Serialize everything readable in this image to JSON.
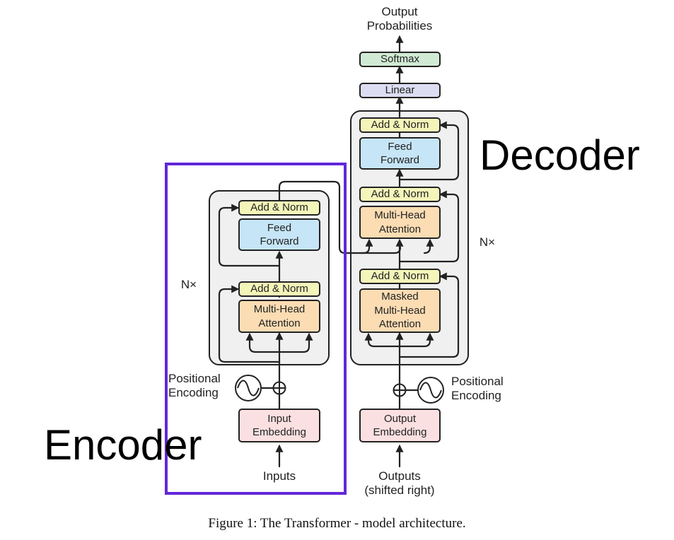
{
  "colors": {
    "add_norm": "#f3f5b9",
    "feed_forward": "#c6e5f7",
    "attention": "#fbdcb3",
    "embedding": "#fbe0e1",
    "linear": "#dcdcf2",
    "softmax": "#d1ead4",
    "stack": "#f0f0f0",
    "encoder_highlight": "#6227d9"
  },
  "encoder": {
    "big_label": "Encoder",
    "nx": "N×",
    "add_norm_top": "Add & Norm",
    "feed_forward": "Feed\nForward",
    "add_norm_bottom": "Add & Norm",
    "attention": "Multi-Head\nAttention",
    "positional_encoding": "Positional\nEncoding",
    "embedding": "Input\nEmbedding",
    "input_label": "Inputs"
  },
  "decoder": {
    "big_label": "Decoder",
    "nx": "N×",
    "add_norm_top": "Add & Norm",
    "feed_forward": "Feed\nForward",
    "add_norm_middle": "Add & Norm",
    "cross_attention": "Multi-Head\nAttention",
    "add_norm_bottom": "Add & Norm",
    "masked_attention": "Masked\nMulti-Head\nAttention",
    "positional_encoding": "Positional\nEncoding",
    "embedding": "Output\nEmbedding",
    "input_label": "Outputs\n(shifted right)"
  },
  "head": {
    "linear": "Linear",
    "softmax": "Softmax",
    "output_label": "Output\nProbabilities"
  },
  "caption": "Figure 1: The Transformer - model architecture."
}
